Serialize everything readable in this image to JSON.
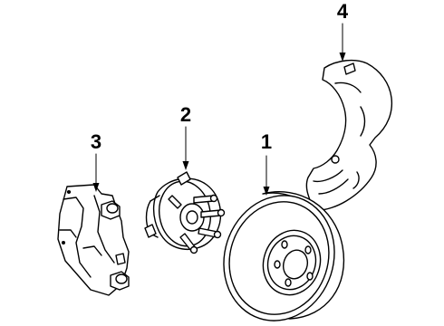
{
  "callouts": [
    {
      "label": "1",
      "part": "rotor"
    },
    {
      "label": "2",
      "part": "hub"
    },
    {
      "label": "3",
      "part": "caliper"
    },
    {
      "label": "4",
      "part": "splash-shield"
    }
  ],
  "colors": {
    "line": "#000000",
    "background": "#ffffff"
  }
}
